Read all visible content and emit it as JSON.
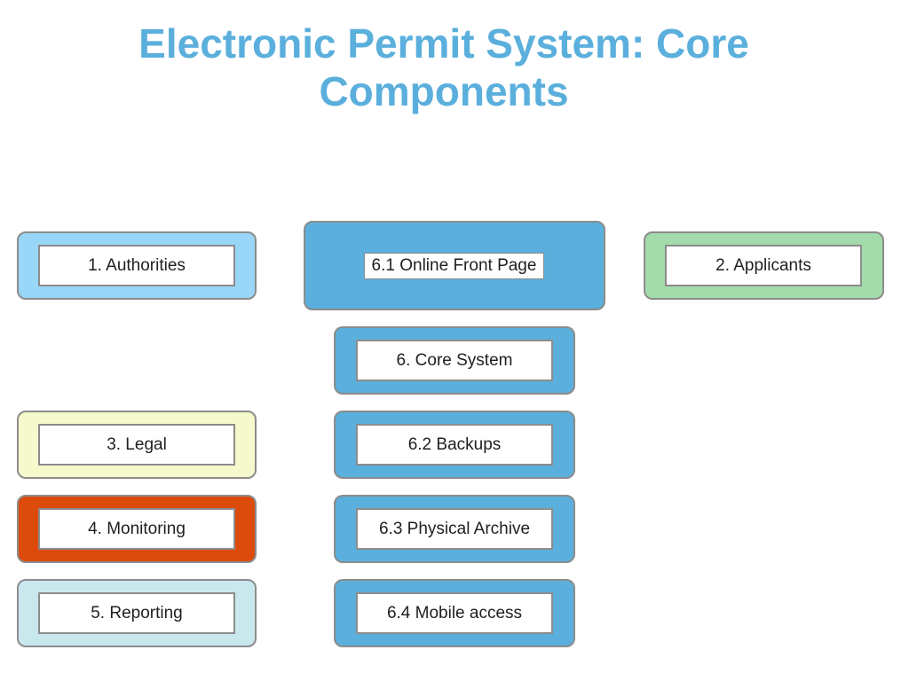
{
  "title": {
    "line1": "Electronic Permit System: Core",
    "line2": "Components"
  },
  "colors": {
    "title": "#5aafdc",
    "authorities": "#99d7f8",
    "applicants": "#a3dbab",
    "legal": "#f5f9cc",
    "monitoring": "#dc4a0c",
    "reporting": "#c8e8ee",
    "core": "#5aafdc",
    "border": "#8c8c8c"
  },
  "boxes": {
    "authorities": "1. Authorities",
    "applicants": "2. Applicants",
    "legal": "3. Legal",
    "monitoring": "4. Monitoring",
    "reporting": "5. Reporting",
    "core_system": "6. Core System",
    "online_front_page": "6.1 Online Front Page",
    "backups": "6.2 Backups",
    "physical_archive": "6.3 Physical Archive",
    "mobile_access": "6.4 Mobile access"
  }
}
